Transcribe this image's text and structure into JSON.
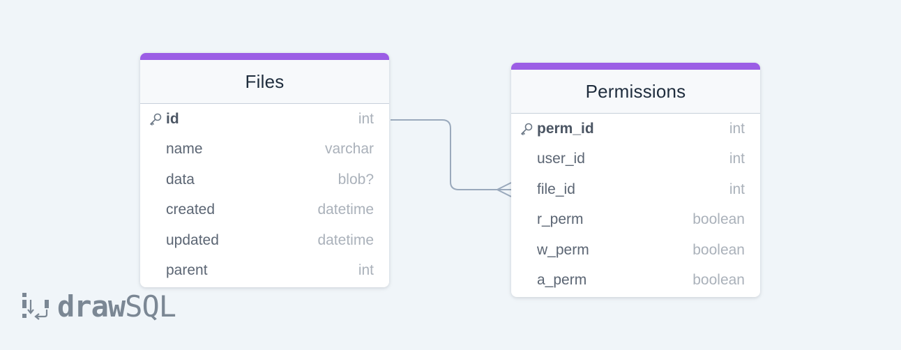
{
  "tables": [
    {
      "name": "Files",
      "columns": [
        {
          "name": "id",
          "type": "int",
          "primary_key": true
        },
        {
          "name": "name",
          "type": "varchar"
        },
        {
          "name": "data",
          "type": "blob?"
        },
        {
          "name": "created",
          "type": "datetime"
        },
        {
          "name": "updated",
          "type": "datetime"
        },
        {
          "name": "parent",
          "type": "int"
        }
      ]
    },
    {
      "name": "Permissions",
      "columns": [
        {
          "name": "perm_id",
          "type": "int",
          "primary_key": true
        },
        {
          "name": "user_id",
          "type": "int"
        },
        {
          "name": "file_id",
          "type": "int"
        },
        {
          "name": "r_perm",
          "type": "boolean"
        },
        {
          "name": "w_perm",
          "type": "boolean"
        },
        {
          "name": "a_perm",
          "type": "boolean"
        }
      ]
    }
  ],
  "relationship": {
    "from": "Files.id",
    "to": "Permissions.file_id",
    "cardinality": "one-to-many"
  },
  "logo": {
    "bold": "draw",
    "light": "SQL"
  },
  "colors": {
    "accent": "#9b5de5",
    "background": "#f0f5f9",
    "line": "#9aa9bc"
  }
}
